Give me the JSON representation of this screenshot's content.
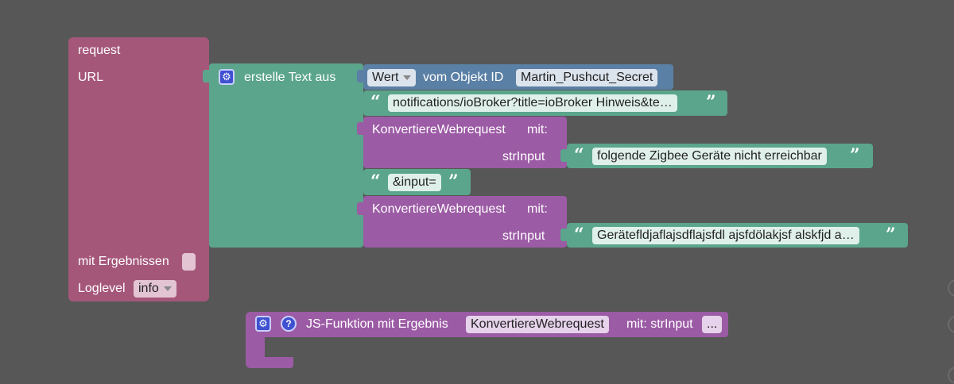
{
  "colors": {
    "workspace": "#575757",
    "request_block": "#a5577a",
    "text_block": "#5ba58c",
    "object_block": "#5b80a5",
    "func_block": "#9c5ba5",
    "field_bg": "#f0f0f0"
  },
  "request_block": {
    "title": "request",
    "url_label": "URL",
    "results_label": "mit Ergebnissen",
    "loglevel_label": "Loglevel",
    "loglevel_value": "info"
  },
  "text_join": {
    "label": "erstelle Text aus",
    "gear_icon": "gear-icon"
  },
  "object_value": {
    "dropdown_value": "Wert",
    "label": "vom Objekt ID",
    "object_id": "Martin_Pushcut_Secret"
  },
  "string1": {
    "value": "notifications/ioBroker?title=ioBroker Hinweis&te…"
  },
  "convert1": {
    "label": "KonvertiereWebrequest",
    "with_label": "mit:",
    "param_label": "strInput",
    "string_value": "folgende Zigbee Geräte nicht erreichbar"
  },
  "string2": {
    "value": "&input="
  },
  "convert2": {
    "label": "KonvertiereWebrequest",
    "with_label": "mit:",
    "param_label": "strInput",
    "string_value": "Gerätefldjaflajsdflajsfdl ajsfdölakjsf alskfjd a…"
  },
  "function_def": {
    "label": "JS-Funktion mit Ergebnis",
    "name": "KonvertiereWebrequest",
    "params_label": "mit: strInput",
    "more": "..."
  },
  "quotes": {
    "open": "“",
    "close": "”"
  },
  "icons": {
    "gear": "⚙",
    "help": "?"
  }
}
